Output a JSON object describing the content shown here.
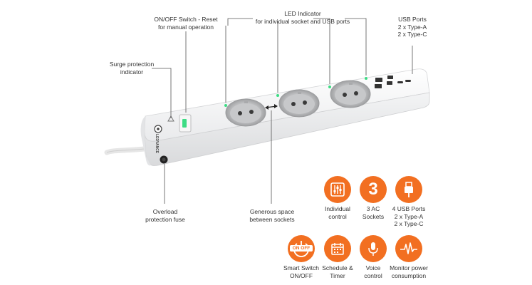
{
  "callouts": {
    "on_off": [
      "ON/OFF Switch - Reset",
      "for manual operation"
    ],
    "led": [
      "LED Indicator",
      "for individual socket and USB ports"
    ],
    "usb": [
      "USB Ports",
      "2 x Type-A",
      "2 x Type-C"
    ],
    "surge": [
      "Surge protection",
      "indicator"
    ],
    "overload": [
      "Overload",
      "protection fuse"
    ],
    "spacing": [
      "Generous space",
      "between sockets"
    ]
  },
  "brand": "LEDVANCE",
  "features": [
    {
      "icon": "sliders-icon",
      "caption": [
        "Individual",
        "control"
      ]
    },
    {
      "icon": "number-3-icon",
      "value": "3",
      "caption": [
        "3 AC",
        "Sockets"
      ]
    },
    {
      "icon": "usb-plug-icon",
      "caption": [
        "4 USB Ports",
        "2 x Type-A",
        "2 x Type-C"
      ]
    },
    {
      "icon": "power-on-off-icon",
      "badge": "ON OFF",
      "caption": [
        "Smart Switch",
        "ON/OFF"
      ]
    },
    {
      "icon": "calendar-icon",
      "caption": [
        "Schedule &",
        "Timer"
      ]
    },
    {
      "icon": "microphone-icon",
      "caption": [
        "Voice",
        "control"
      ]
    },
    {
      "icon": "pulse-icon",
      "caption": [
        "Monitor power",
        "consumption"
      ]
    }
  ],
  "colors": {
    "accent": "#f26f21",
    "led": "#3ddc84"
  }
}
